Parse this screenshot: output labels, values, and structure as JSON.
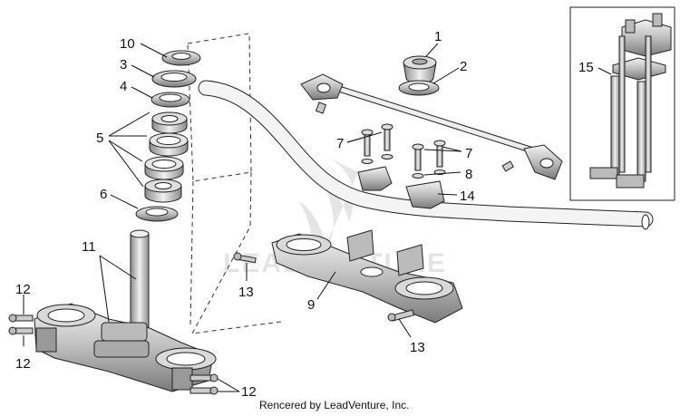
{
  "callouts": {
    "c1": "1",
    "c2": "2",
    "c3": "3",
    "c4": "4",
    "c5": "5",
    "c6": "6",
    "c7a": "7",
    "c7b": "7",
    "c8": "8",
    "c9": "9",
    "c10": "10",
    "c11": "11",
    "c12a": "12",
    "c12b": "12",
    "c12c": "12",
    "c13a": "13",
    "c13b": "13",
    "c14": "14",
    "c15": "15"
  },
  "watermark": "LEADVENTURE",
  "footer": "Rencered by LeadVenture, Inc.",
  "colors": {
    "line": "#222222",
    "part_fill": "#cfcfcf",
    "part_dark": "#8a8a8a",
    "background": "#ffffff"
  }
}
